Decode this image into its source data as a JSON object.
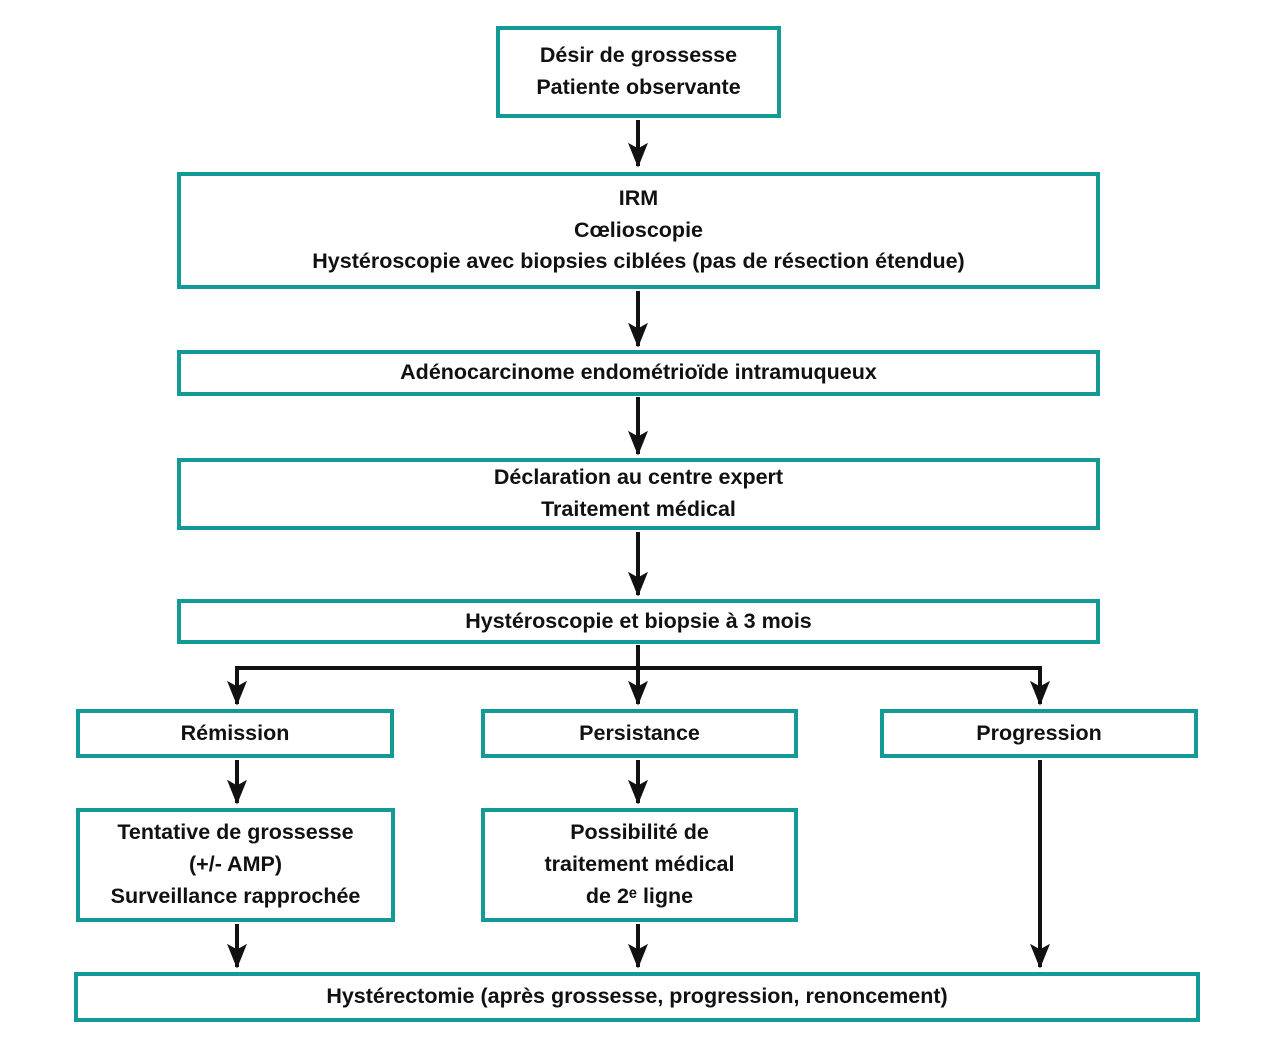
{
  "colors": {
    "box_border": "#149a96",
    "arrow": "#111111",
    "text": "#111111",
    "background": "#ffffff"
  },
  "nodes": {
    "desir_de_grossesse": {
      "lines": [
        "Désir de grossesse",
        "Patiente observante"
      ]
    },
    "bilan_initial": {
      "lines": [
        "IRM",
        "Cœlioscopie",
        "Hystéroscopie avec biopsies ciblées (pas de résection étendue)"
      ]
    },
    "adenocarcinome": {
      "lines": [
        "Adénocarcinome endométrioïde intramuqueux"
      ]
    },
    "declaration": {
      "lines": [
        "Déclaration au centre expert",
        "Traitement médical"
      ]
    },
    "hysteroscopie_3_mois": {
      "lines": [
        "Hystéroscopie et biopsie à 3 mois"
      ]
    },
    "remission": {
      "lines": [
        "Rémission"
      ]
    },
    "persistance": {
      "lines": [
        "Persistance"
      ]
    },
    "progression": {
      "lines": [
        "Progression"
      ]
    },
    "tentative_grossesse": {
      "lines": [
        "Tentative de grossesse",
        "(+/- AMP)",
        "Surveillance rapprochée"
      ]
    },
    "traitement_2e_ligne": {
      "lines": [
        "Possibilité de",
        "traitement médical",
        "de 2ᵉ ligne"
      ]
    },
    "hysterectomie": {
      "lines": [
        "Hystérectomie (après grossesse, progression, renoncement)"
      ]
    }
  },
  "edges": [
    {
      "from": "desir_de_grossesse",
      "to": "bilan_initial"
    },
    {
      "from": "bilan_initial",
      "to": "adenocarcinome"
    },
    {
      "from": "adenocarcinome",
      "to": "declaration"
    },
    {
      "from": "declaration",
      "to": "hysteroscopie_3_mois"
    },
    {
      "from": "hysteroscopie_3_mois",
      "to": "remission"
    },
    {
      "from": "hysteroscopie_3_mois",
      "to": "persistance"
    },
    {
      "from": "hysteroscopie_3_mois",
      "to": "progression"
    },
    {
      "from": "remission",
      "to": "tentative_grossesse"
    },
    {
      "from": "persistance",
      "to": "traitement_2e_ligne"
    },
    {
      "from": "tentative_grossesse",
      "to": "hysterectomie"
    },
    {
      "from": "traitement_2e_ligne",
      "to": "hysterectomie"
    },
    {
      "from": "progression",
      "to": "hysterectomie"
    }
  ]
}
